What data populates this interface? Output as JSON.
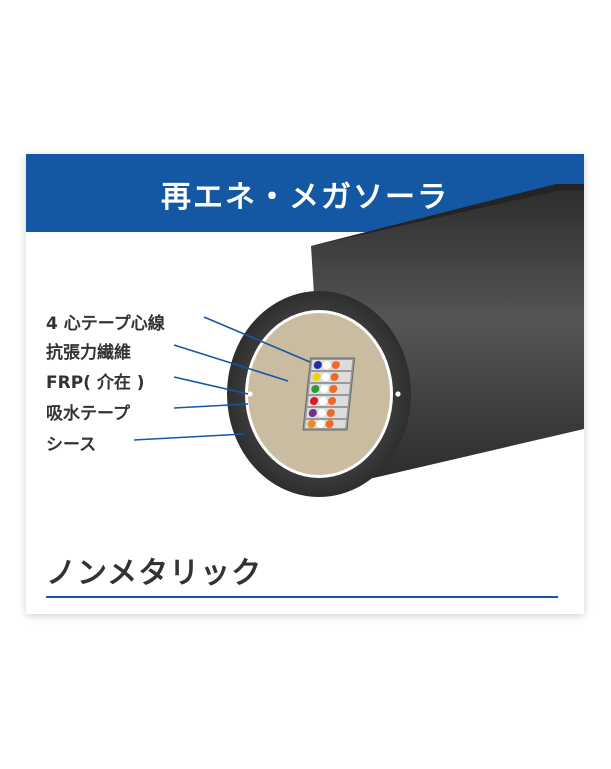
{
  "header": {
    "title": "再エネ・メガソーラ"
  },
  "labels": [
    {
      "id": "fiber",
      "text": "4 心テープ心線"
    },
    {
      "id": "tension",
      "text": "抗張力繊維"
    },
    {
      "id": "frp",
      "text": "FRP( 介在 )"
    },
    {
      "id": "tape",
      "text": "吸水テープ"
    },
    {
      "id": "sheath",
      "text": "シース"
    }
  ],
  "footer": {
    "title": "ノンメタリック"
  },
  "colors": {
    "brand": "#1458a4",
    "sheath": "#3a3a3a",
    "core": "#c9bca1",
    "fiber_left": [
      "#2b2aa6",
      "#f2d200",
      "#2e9a3a",
      "#d81b2a",
      "#7b2d8e",
      "#f08a1e"
    ],
    "fiber_right": "#f06a22"
  }
}
